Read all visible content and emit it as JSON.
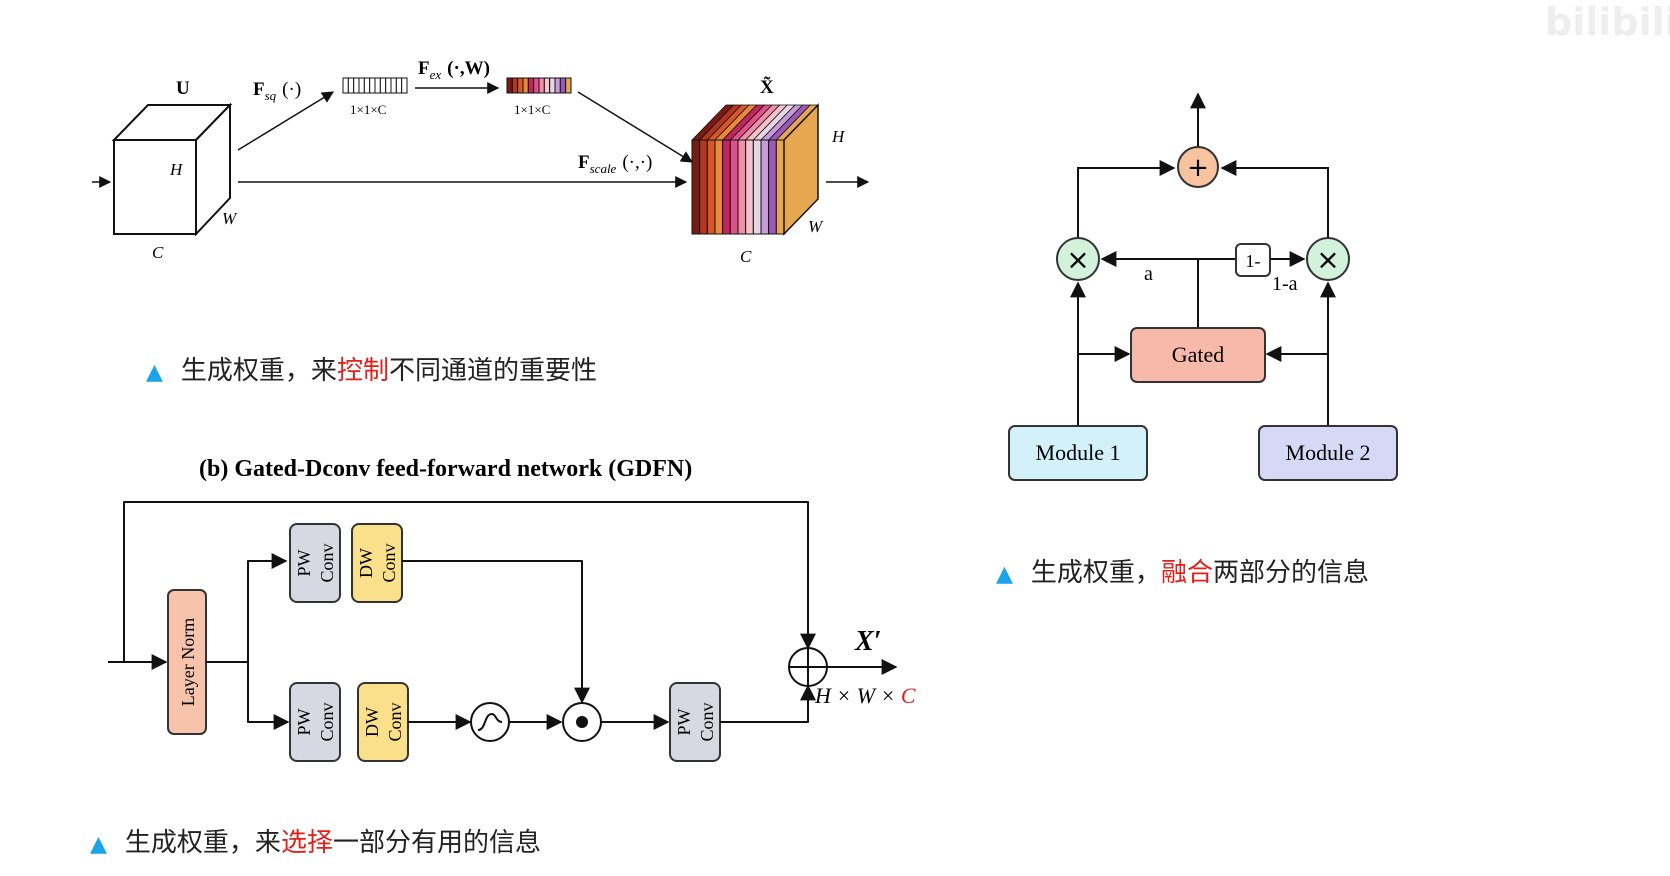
{
  "watermark": "bilibili",
  "se_block": {
    "input_label": "U",
    "fsq_label": "F",
    "fsq_sub": "sq",
    "fsq_args": "(·)",
    "squeeze_dims": "1×1×C",
    "fex_label": "F",
    "fex_sub": "ex",
    "fex_args": "(·,W)",
    "excite_dims": "1×1×C",
    "fscale_label": "F",
    "fscale_sub": "scale",
    "fscale_args": "(·,·)",
    "output_label": "X̃",
    "dim_H": "H",
    "dim_W": "W",
    "dim_C": "C",
    "channel_colors": [
      "#7a1a12",
      "#b3361f",
      "#d9562a",
      "#e88a3a",
      "#c2255c",
      "#e0508a",
      "#f08fa8",
      "#f6c3c8",
      "#e7d6e8",
      "#c79bd9",
      "#9b59b6",
      "#e7a650"
    ]
  },
  "caption1": {
    "pre": "生成权重，来",
    "hl": "控制",
    "post": "不同通道的重要性"
  },
  "gdfn": {
    "title": "(b) Gated-Dconv feed-forward network (GDFN)",
    "layer_norm": "Layer Norm",
    "pw": "PW",
    "dw": "DW",
    "conv": "Conv",
    "output_label": "X′",
    "dims_hw": "H × W × ",
    "dims_c": "C"
  },
  "caption2": {
    "pre": "生成权重，来",
    "hl": "选择",
    "post": "一部分有用的信息"
  },
  "gated_fusion": {
    "plus": "+",
    "times": "×",
    "one_minus": "1-",
    "a_label": "a",
    "one_minus_a_label": "1-a",
    "gated": "Gated",
    "module1": "Module 1",
    "module2": "Module 2"
  },
  "caption3": {
    "pre": "生成权重，",
    "hl": "融合",
    "post": "两部分的信息"
  }
}
